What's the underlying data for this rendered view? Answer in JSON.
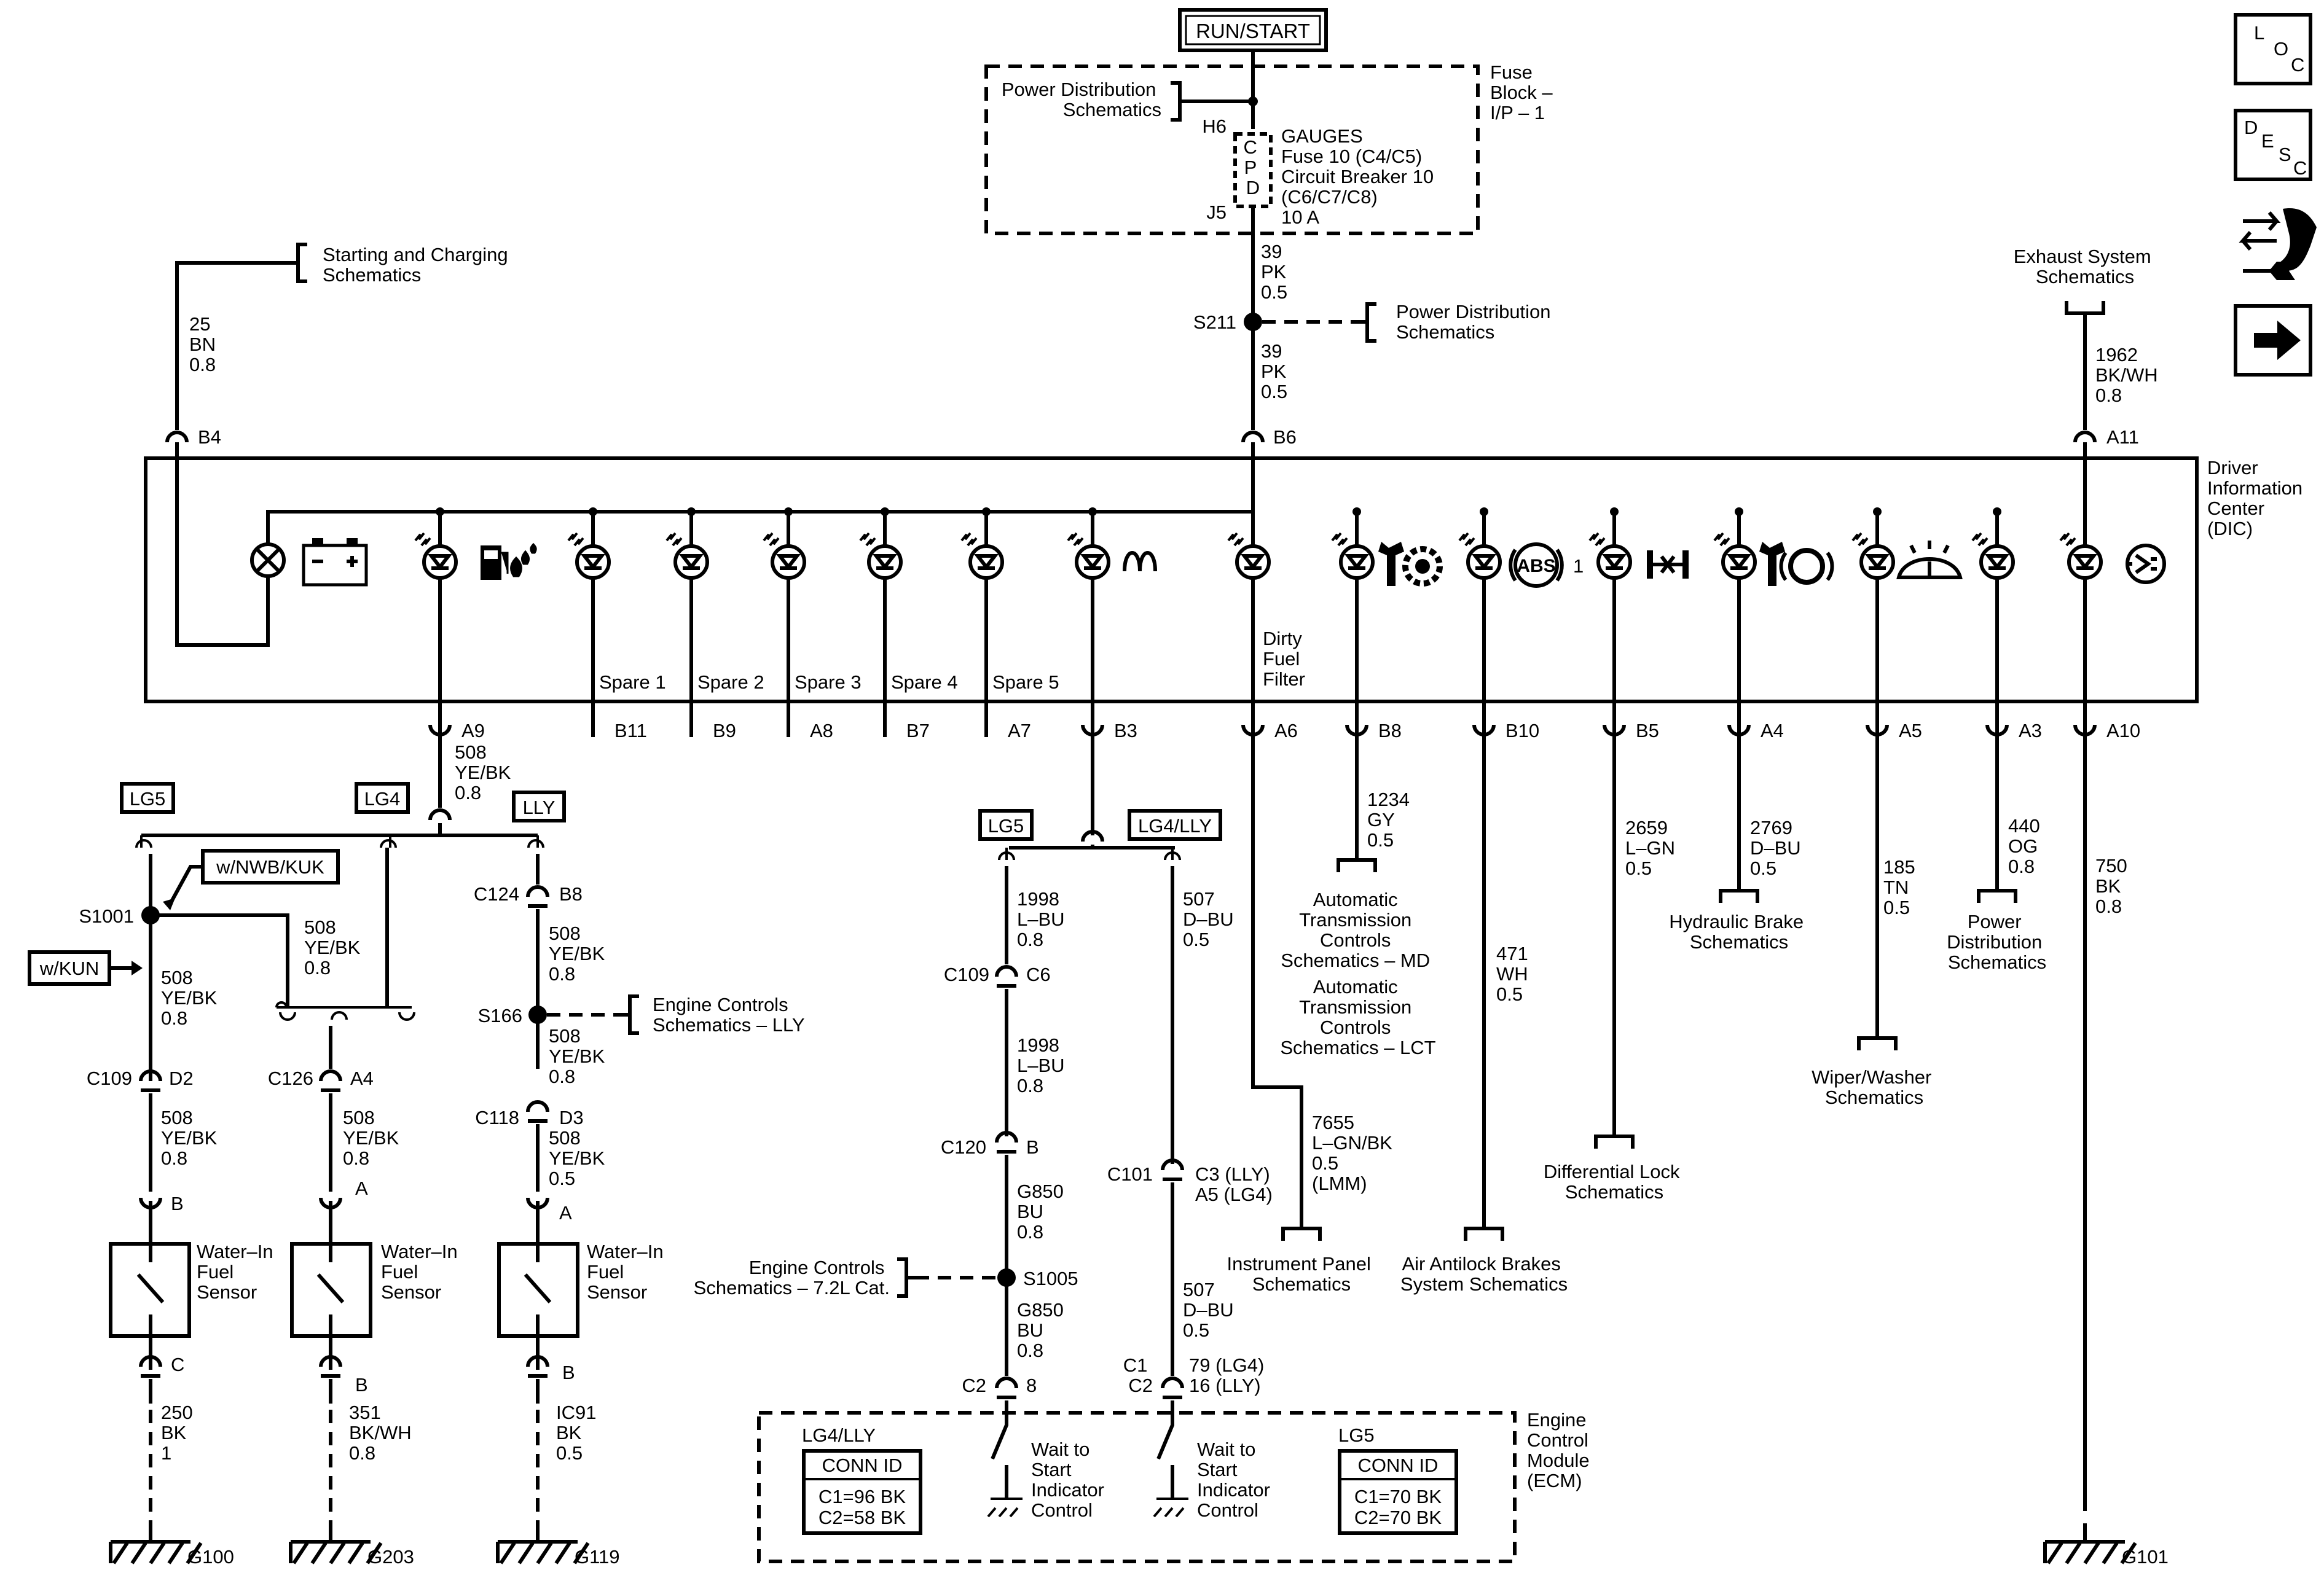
{
  "top": {
    "run_start": "RUN/START",
    "fuse_block": [
      "Fuse",
      "Block –",
      "I/P – 1"
    ],
    "power_dist": [
      "Power Distribution",
      "Schematics"
    ],
    "h6": "H6",
    "j5": "J5",
    "cpd": [
      "C",
      "P",
      "D"
    ],
    "gauges": [
      "GAUGES",
      "Fuse 10 (C4/C5)",
      "Circuit Breaker 10",
      "(C6/C7/C8)",
      "10 A"
    ],
    "wire_39a": [
      "39",
      "PK",
      "0.5"
    ],
    "s211": "S211",
    "power_dist2": [
      "Power Distribution",
      "Schematics"
    ],
    "wire_39b": [
      "39",
      "PK",
      "0.5"
    ],
    "b6": "B6"
  },
  "left_top": {
    "starting": [
      "Starting and Charging",
      "Schematics"
    ],
    "wire_25": [
      "25",
      "BN",
      "0.8"
    ],
    "b4": "B4"
  },
  "right_top": {
    "exhaust": [
      "Exhaust System",
      "Schematics"
    ],
    "wire_1962": [
      "1962",
      "BK/WH",
      "0.8"
    ],
    "a11": "A11"
  },
  "side_icons": {
    "loc": [
      "L",
      "O",
      "C"
    ],
    "desc": [
      "D",
      "E",
      "S",
      "C"
    ]
  },
  "dic": {
    "label": [
      "Driver",
      "Information",
      "Center",
      "(DIC)"
    ],
    "spares": [
      "Spare 1",
      "Spare 2",
      "Spare 3",
      "Spare 4",
      "Spare 5"
    ],
    "dirty_fuel": [
      "Dirty",
      "Fuel",
      "Filter"
    ],
    "abs_num": "1",
    "abs": "ABS"
  },
  "pins": [
    "A9",
    "B11",
    "B9",
    "A8",
    "B7",
    "A7",
    "B3",
    "A6",
    "B8",
    "B10",
    "B5",
    "A4",
    "A5",
    "A3",
    "A10"
  ],
  "left": {
    "wire_508_a9": [
      "508",
      "YE/BK",
      "0.8"
    ],
    "lg5": "LG5",
    "lg4": "LG4",
    "lly": "LLY",
    "nwb": "w/NWB/KUK",
    "kun": "w/KUN",
    "s1001": "S1001",
    "wire_508_s1001_r": [
      "508",
      "YE/BK",
      "0.8"
    ],
    "wire_508_s1001_d": [
      "508",
      "YE/BK",
      "0.8"
    ],
    "c109": "C109",
    "d2": "D2",
    "wire_508_c109": [
      "508",
      "YE/BK",
      "0.8"
    ],
    "pin_b_1": "B",
    "sensor1": [
      "Water–In",
      "Fuel",
      "Sensor"
    ],
    "pin_c_1": "C",
    "wire_250": [
      "250",
      "BK",
      "1"
    ],
    "g100": "G100",
    "c126": "C126",
    "a4_c126": "A4",
    "wire_508_c126": [
      "508",
      "YE/BK",
      "0.8"
    ],
    "pin_a_2": "A",
    "sensor2": [
      "Water–In",
      "Fuel",
      "Sensor"
    ],
    "pin_b_2": "B",
    "wire_351": [
      "351",
      "BK/WH",
      "0.8"
    ],
    "g203": "G203",
    "c124": "C124",
    "b8_c124": "B8",
    "wire_508_c124": [
      "508",
      "YE/BK",
      "0.8"
    ],
    "s166": "S166",
    "eng_lly": [
      "Engine Controls",
      "Schematics – LLY"
    ],
    "wire_508_s166": [
      "508",
      "YE/BK",
      "0.8"
    ],
    "c118": "C118",
    "d3": "D3",
    "wire_508_c118": [
      "508",
      "YE/BK",
      "0.5"
    ],
    "pin_a_3": "A",
    "sensor3": [
      "Water–In",
      "Fuel",
      "Sensor"
    ],
    "pin_b_3": "B",
    "wire_ic91": [
      "IC91",
      "BK",
      "0.5"
    ],
    "g119": "G119"
  },
  "middle": {
    "lg5": "LG5",
    "lg4lly": "LG4/LLY",
    "wire_1998a": [
      "1998",
      "L–BU",
      "0.8"
    ],
    "c109": "C109",
    "c6": "C6",
    "wire_1998b": [
      "1998",
      "L–BU",
      "0.8"
    ],
    "c120": "C120",
    "pin_b": "B",
    "wire_g850a": [
      "G850",
      "BU",
      "0.8"
    ],
    "eng_72": [
      "Engine Controls",
      "Schematics – 7.2L Cat."
    ],
    "s1005": "S1005",
    "wire_g850b": [
      "G850",
      "BU",
      "0.8"
    ],
    "c2": "C2",
    "pin_8": "8",
    "wire_507a": [
      "507",
      "D–BU",
      "0.5"
    ],
    "c101": "C101",
    "c3_lly": "C3 (LLY)",
    "a5_lg4": "A5 (LG4)",
    "wire_507b": [
      "507",
      "D–BU",
      "0.5"
    ],
    "c1c2": [
      "C1",
      "C2"
    ],
    "pin_79_16": [
      "79 (LG4)",
      "16 (LLY)"
    ]
  },
  "ecm": {
    "label": [
      "Engine",
      "Control",
      "Module",
      "(ECM)"
    ],
    "lg4lly": "LG4/LLY",
    "lg5": "LG5",
    "conn_id": "CONN ID",
    "left_conn": [
      "C1=96 BK",
      "C2=58 BK"
    ],
    "right_conn": [
      "C1=70 BK",
      "C2=70 BK"
    ],
    "wait1": [
      "Wait to",
      "Start",
      "Indicator",
      "Control"
    ],
    "wait2": [
      "Wait to",
      "Start",
      "Indicator",
      "Control"
    ]
  },
  "right": {
    "wire_7655": [
      "7655",
      "L–GN/BK",
      "0.5",
      "(LMM)"
    ],
    "instrument": [
      "Instrument Panel",
      "Schematics"
    ],
    "wire_1234": [
      "1234",
      "GY",
      "0.5"
    ],
    "auto_trans": [
      "Automatic",
      "Transmission",
      "Controls",
      "Schematics – MD",
      "Automatic",
      "Transmission",
      "Controls",
      "Schematics – LCT"
    ],
    "wire_471": [
      "471",
      "WH",
      "0.5"
    ],
    "air_abs": [
      "Air Antilock Brakes",
      "System Schematics"
    ],
    "wire_2659": [
      "2659",
      "L–GN",
      "0.5"
    ],
    "diff_lock": [
      "Differential Lock",
      "Schematics"
    ],
    "wire_2769": [
      "2769",
      "D–BU",
      "0.5"
    ],
    "hydraulic": [
      "Hydraulic Brake",
      "Schematics"
    ],
    "wire_185": [
      "185",
      "TN",
      "0.5"
    ],
    "wiper": [
      "Wiper/Washer",
      "Schematics"
    ],
    "wire_440": [
      "440",
      "OG",
      "0.8"
    ],
    "power_dist": [
      "Power",
      "Distribution",
      "Schematics"
    ],
    "wire_750": [
      "750",
      "BK",
      "0.8"
    ],
    "g101": "G101"
  }
}
